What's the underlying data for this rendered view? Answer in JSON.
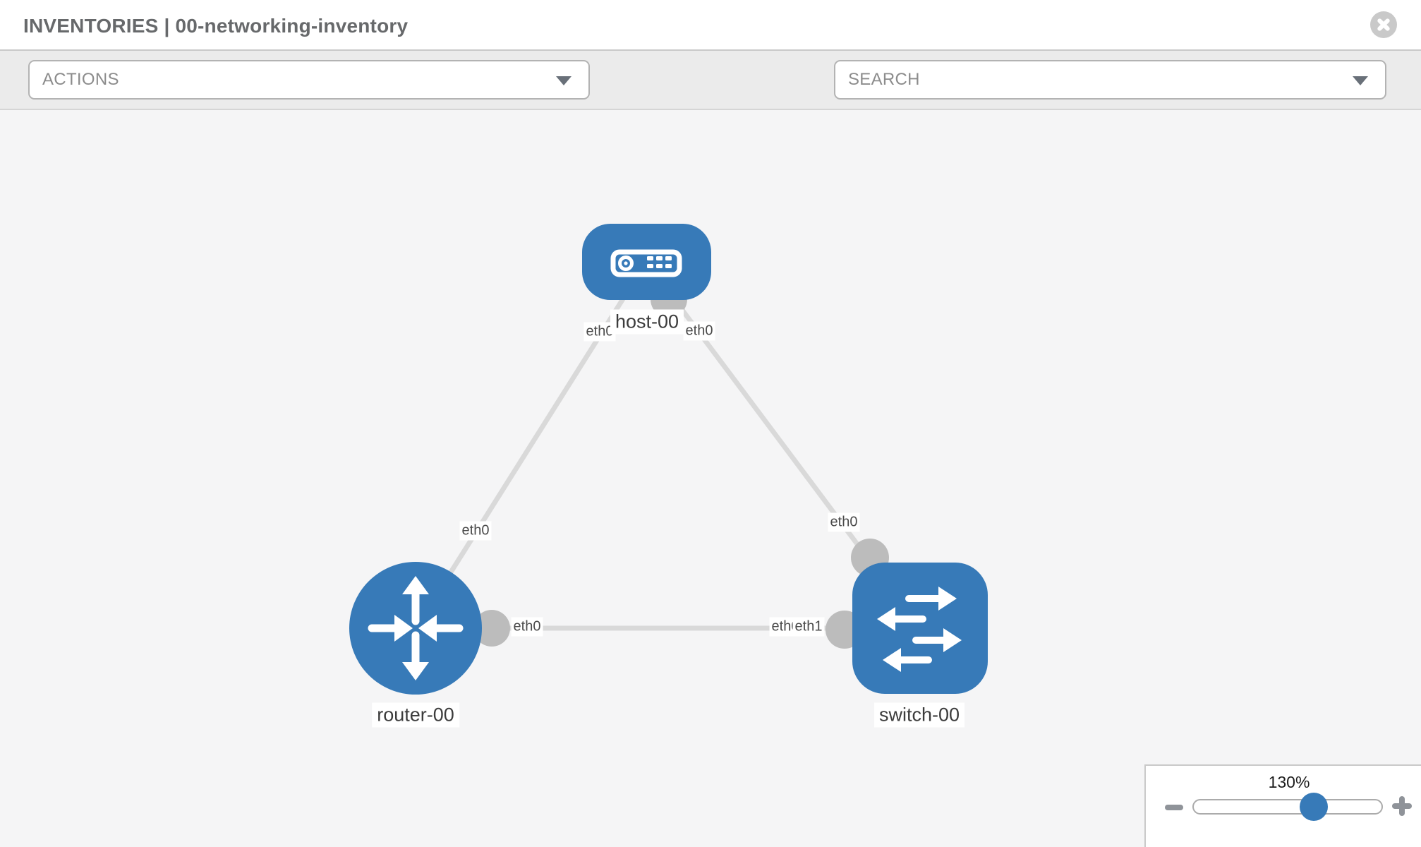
{
  "header": {
    "title": "INVENTORIES | 00-networking-inventory"
  },
  "toolbar": {
    "actions_label": "ACTIONS",
    "search_label": "SEARCH",
    "icons": [
      "wrench-icon",
      "key-icon",
      "caret-down-icon"
    ]
  },
  "canvas": {
    "nodes": [
      {
        "label": "host-00",
        "type": "host",
        "icon": "host-icon"
      },
      {
        "label": "router-00",
        "type": "router",
        "icon": "router-icon"
      },
      {
        "label": "switch-00",
        "type": "switch",
        "icon": "switch-icon"
      }
    ],
    "links": [
      {
        "from": "host-00",
        "to": "router-00",
        "from_label": "eth0",
        "to_label": "eth0"
      },
      {
        "from": "host-00",
        "to": "switch-00",
        "from_label": "eth0",
        "to_label": "eth0"
      },
      {
        "from": "router-00",
        "to": "switch-00",
        "from_label": "eth0",
        "to_label": "eth1",
        "to_label_under": "eth0"
      }
    ]
  },
  "zoom_panel": {
    "level": "130%",
    "icons": [
      "zoom-out-icon",
      "zoom-in-icon"
    ]
  },
  "colors": {
    "node_blue": "#377ab8",
    "link_gray": "#d9d9d9",
    "connector_gray": "#bcbcbc",
    "canvas_bg": "#f5f5f6",
    "toolbar_bg": "#ebebeb"
  }
}
